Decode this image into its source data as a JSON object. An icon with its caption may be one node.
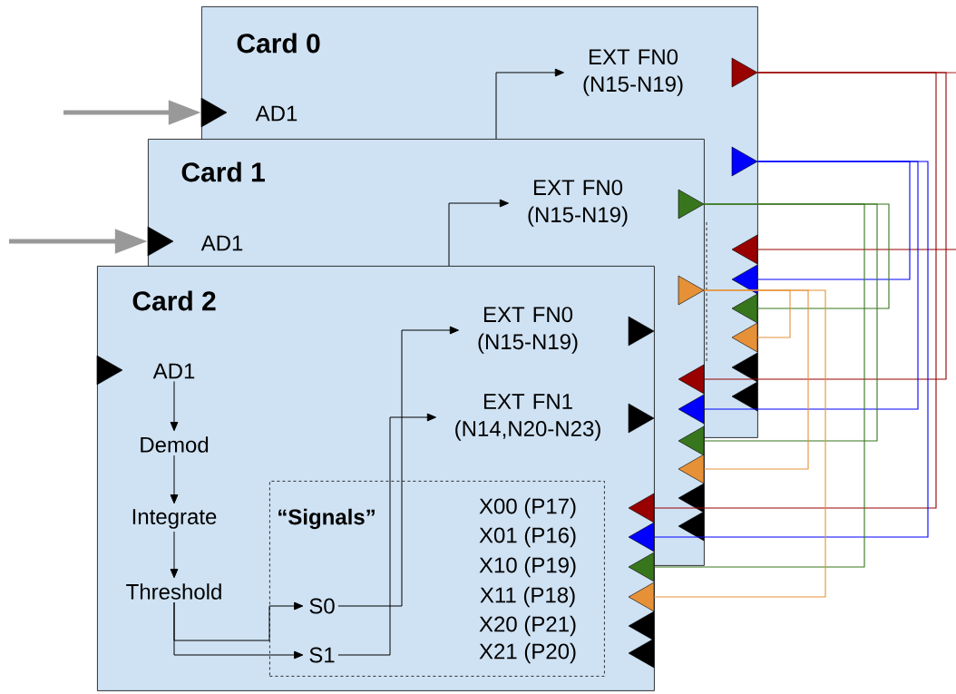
{
  "diagram": {
    "nodes": [
      {
        "text": [
          "Card 0"
        ]
      },
      {
        "text": [],
        "shape": "triangle",
        "in": 0
      },
      {
        "text": [
          "AD1"
        ],
        "in": 0
      },
      {
        "text": [
          "EXT FN0 (N15-N19)"
        ],
        "in": 0
      },
      {
        "text": [],
        "shape": "triangle",
        "in": 0
      },
      {
        "text": [],
        "shape": "triangle",
        "in": 0
      },
      {
        "text": [],
        "shape": "triangle",
        "in": 0
      },
      {
        "text": [],
        "shape": "triangle",
        "in": 0
      },
      {
        "text": [],
        "shape": "triangle",
        "in": 0
      },
      {
        "text": [],
        "shape": "triangle",
        "in": 0
      },
      {
        "text": [
          "Card 1"
        ]
      },
      {
        "text": [],
        "shape": "triangle",
        "in": 10
      },
      {
        "text": [
          "AD1"
        ]
      },
      {
        "text": [
          "EXT FN0 (N15-N19)"
        ]
      },
      {
        "text": [],
        "shape": "triangle"
      },
      {
        "text": [],
        "shape": "triangle"
      },
      {
        "text": [],
        "shape": "triangle"
      },
      {
        "text": [],
        "shape": "triangle"
      },
      {
        "text": [],
        "shape": "triangle",
        "in": 10
      },
      {
        "text": [],
        "shape": "triangle",
        "in": 10
      },
      {
        "text": [
          "Card 2"
        ]
      },
      {
        "text": [
          "AD1"
        ]
      },
      {
        "text": [
          "EXT FN0 (N15-N19)"
        ]
      },
      {
        "text": [
          "EXT FN1 (N14,N20-N23)"
        ]
      },
      {
        "text": [
          "Demod"
        ],
        "in": 20
      },
      {
        "text": [
          "Integrate"
        ],
        "in": 20
      },
      {
        "text": [
          "Threshold"
        ],
        "in": 20
      },
      {
        "text": [
          "“Signals”",
          "X00 (P17)",
          "X01 (P16)",
          "X10 (P19)",
          "X11 (P18)",
          "X20 (P21)",
          "X21 (P20)"
        ],
        "in": 20
      },
      {
        "text": [
          "S0"
        ],
        "in": 27
      },
      {
        "text": [
          "S1"
        ],
        "in": 27
      },
      {
        "text": [],
        "shape": "triangle"
      },
      {
        "text": [],
        "shape": "triangle"
      },
      {
        "text": [],
        "shape": "triangle",
        "in": 20
      },
      {
        "text": [],
        "shape": "triangle",
        "in": 20
      },
      {
        "text": [],
        "shape": "triangle",
        "in": 0
      },
      {
        "text": [],
        "shape": "triangle",
        "in": 0
      },
      {
        "text": [],
        "shape": "triangle",
        "in": 10
      },
      {
        "text": [],
        "shape": "triangle",
        "in": 10
      },
      {
        "text": [],
        "shape": "triangle"
      },
      {
        "text": [],
        "shape": "triangle"
      },
      {
        "text": [],
        "shape": "triangle",
        "in": 20
      },
      {
        "text": [],
        "shape": "triangle",
        "in": 20
      },
      {
        "text": [],
        "shape": "triangle",
        "in": 20
      }
    ],
    "edges": [
      {
        "from": 10,
        "to": 3,
        "arrow": "to"
      },
      {
        "from": null,
        "to": 1,
        "arrow": "to",
        "style": "thick",
        "color": "#999999"
      },
      {
        "from": 20,
        "to": 13,
        "arrow": "to"
      },
      {
        "from": null,
        "to": 11,
        "arrow": "to",
        "style": "thick",
        "color": "#999999"
      },
      {
        "from": 21,
        "to": 24,
        "arrow": "to"
      },
      {
        "from": 24,
        "to": 25,
        "arrow": "to"
      },
      {
        "from": 25,
        "to": 26,
        "arrow": "to"
      },
      {
        "from": 26,
        "to": 28,
        "arrow": "to"
      },
      {
        "from": 26,
        "to": 29,
        "arrow": "to"
      },
      {
        "from": 28,
        "to": 22,
        "arrow": "to"
      },
      {
        "from": 29,
        "to": 23,
        "arrow": "to"
      },
      {
        "from": 4,
        "to": 16,
        "arrow": "none",
        "color": "#990000"
      },
      {
        "from": 4,
        "to": 30,
        "arrow": "none",
        "color": "#990000"
      },
      {
        "from": 4,
        "to": null,
        "arrow": "none",
        "color": "#990000"
      },
      {
        "from": null,
        "to": 6,
        "arrow": "none",
        "color": "#990000"
      },
      {
        "from": 5,
        "to": 7,
        "arrow": "none",
        "color": "#0000ff"
      },
      {
        "from": 5,
        "to": 17,
        "arrow": "none",
        "color": "#0000ff"
      },
      {
        "from": 5,
        "to": 31,
        "arrow": "none",
        "color": "#0000ff"
      },
      {
        "from": 14,
        "to": 8,
        "arrow": "none",
        "color": "#38761d"
      },
      {
        "from": 14,
        "to": 18,
        "arrow": "none",
        "color": "#38761d"
      },
      {
        "from": 14,
        "to": 32,
        "arrow": "none",
        "color": "#38761d"
      },
      {
        "from": 15,
        "to": 9,
        "arrow": "none",
        "color": "#e69138"
      },
      {
        "from": 15,
        "to": 19,
        "arrow": "none",
        "color": "#e69138"
      },
      {
        "from": 15,
        "to": 33,
        "arrow": "none",
        "color": "#e69138"
      }
    ]
  }
}
